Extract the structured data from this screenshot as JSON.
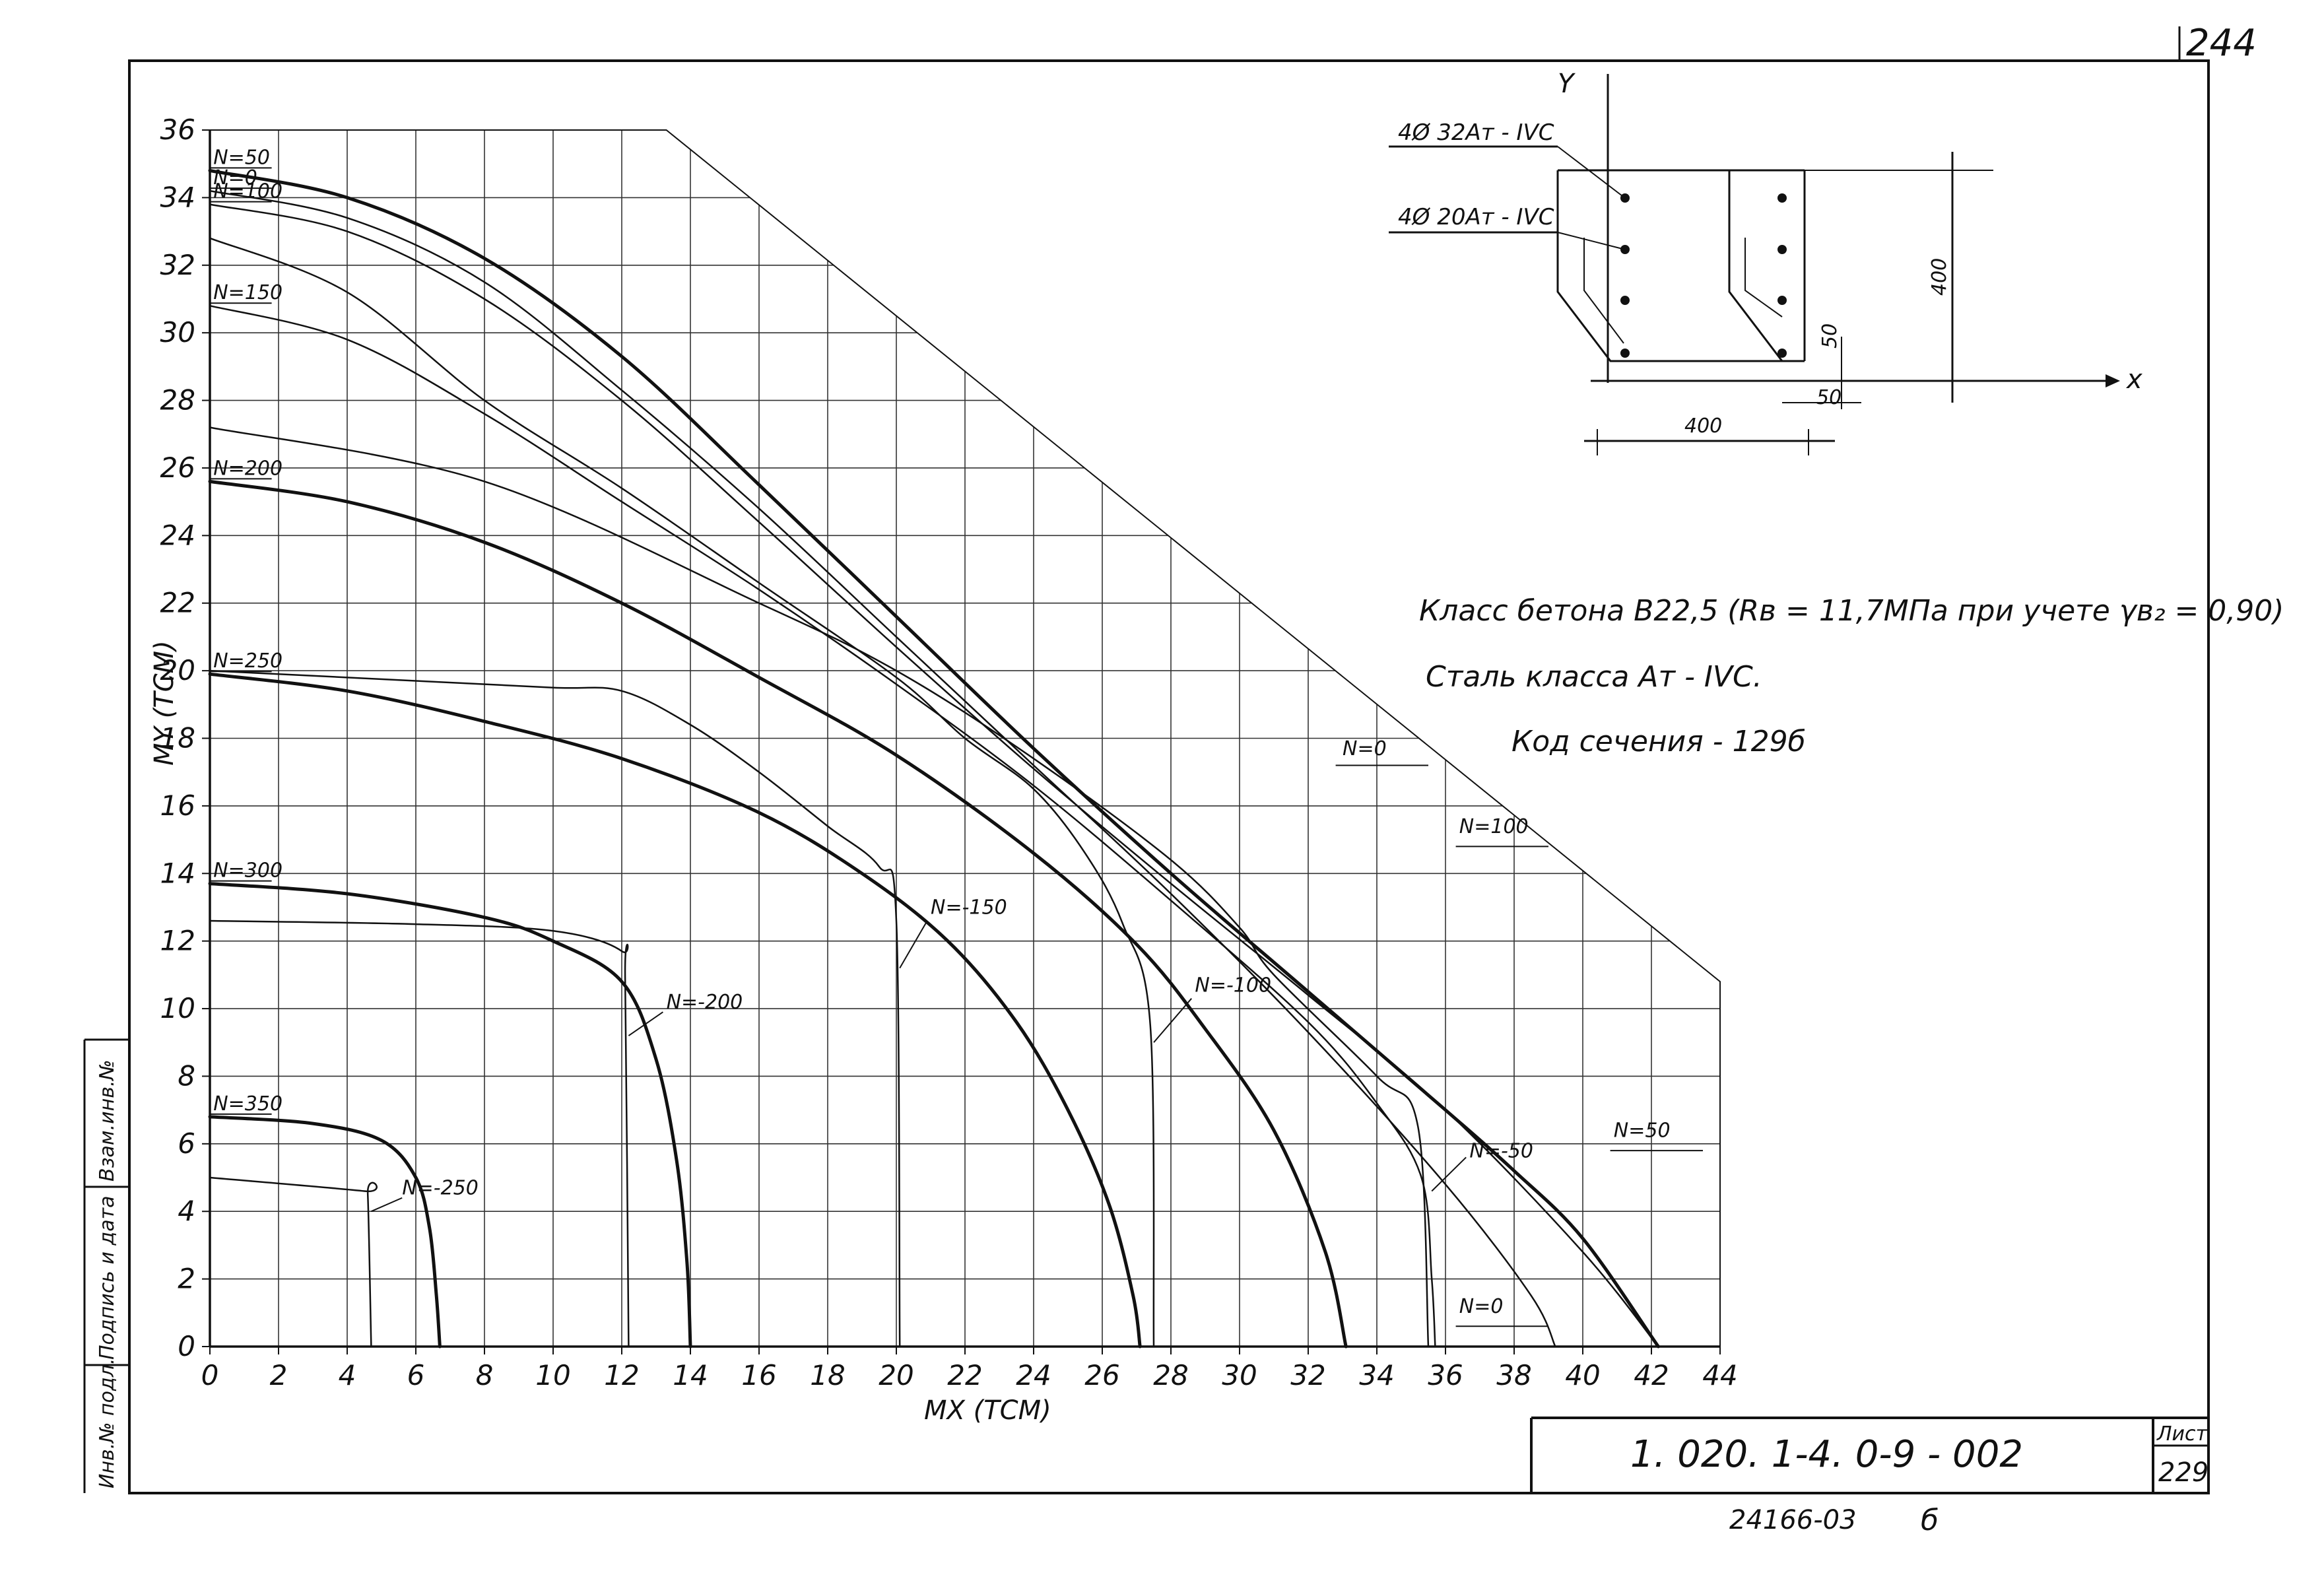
{
  "sheet": {
    "page_number": "244",
    "doc_code": "1. 020. 1-4.   0-9 - 002",
    "sheet_label": "Лист",
    "sheet_number": "229",
    "archive_number": "24166-03",
    "format_letter": "б",
    "side_stamp": [
      "Инв.№ подл.",
      "Подпись и дата",
      "Взам.инв.№"
    ]
  },
  "notes": {
    "concrete": "Класс бетона В22,5 (Rв = 11,7МПа при учете γв₂ = 0,90)",
    "steel": "Сталь класса Ат - IVC.",
    "section_code": "Код сечения - 129б"
  },
  "section": {
    "rebar_top": "4Ø 32Ат - IVC",
    "rebar_mid": "4Ø 20Ат - IVC",
    "axis_y": "Y",
    "axis_x": "x",
    "dim_width": "400",
    "dim_height": "400",
    "dim_cover_v": "50",
    "dim_cover_h": "50"
  },
  "chart_data": {
    "type": "line",
    "title": "",
    "xlabel": "MX (ТСМ)",
    "ylabel": "MY (ТСМ)",
    "xlim": [
      0,
      44
    ],
    "ylim": [
      0,
      36
    ],
    "xticks": [
      "0",
      "2",
      "4",
      "6",
      "8",
      "10",
      "12",
      "14",
      "16",
      "18",
      "20",
      "22",
      "24",
      "26",
      "28",
      "30",
      "32",
      "34",
      "36",
      "38",
      "40",
      "42",
      "44"
    ],
    "yticks": [
      "0",
      "2",
      "4",
      "6",
      "8",
      "10",
      "12",
      "14",
      "16",
      "18",
      "20",
      "22",
      "24",
      "26",
      "28",
      "30",
      "32",
      "34",
      "36"
    ],
    "grid": true,
    "boundary": [
      [
        0,
        36
      ],
      [
        13.3,
        36
      ],
      [
        44,
        10.8
      ]
    ],
    "series": [
      {
        "name": "N=0",
        "label": "N=0",
        "label_left": "N=0",
        "x": [
          0,
          4,
          8,
          12,
          16,
          20,
          24,
          28,
          32,
          36,
          38.5,
          39.2
        ],
        "y": [
          34.2,
          33.4,
          31.5,
          28.3,
          24.8,
          21,
          17.2,
          13.4,
          9.3,
          4.8,
          1.5,
          0
        ],
        "stroke": 2.5
      },
      {
        "name": "N=50",
        "label": "N=50",
        "label_left": "N=50",
        "x": [
          0,
          4,
          8,
          12,
          16,
          20,
          24,
          28,
          32,
          36,
          38,
          40,
          42.2
        ],
        "y": [
          34.8,
          34,
          32.2,
          29.3,
          25.5,
          21.6,
          17.7,
          14,
          10.5,
          7,
          5.2,
          3.2,
          0
        ],
        "stroke": 5
      },
      {
        "name": "N=100",
        "label": "N=100",
        "label_left": "N=100",
        "x": [
          0,
          4,
          8,
          12,
          16,
          20,
          24,
          28,
          32,
          36,
          40,
          42.2
        ],
        "y": [
          33.8,
          33,
          31,
          28,
          24.4,
          20.7,
          17.1,
          13.7,
          10.4,
          7,
          2.8,
          0
        ],
        "stroke": 2.5
      },
      {
        "name": "N=150",
        "label": "N=150",
        "label_left": "N=150",
        "x": [
          0,
          4,
          8,
          12,
          16,
          20,
          24,
          28,
          32,
          34,
          35.3,
          35.6,
          35.7
        ],
        "y": [
          30.8,
          29.8,
          27.6,
          25,
          22.4,
          19.6,
          16.6,
          13.2,
          9.6,
          7.2,
          5,
          2,
          0
        ],
        "stroke": 2.5
      },
      {
        "name": "N=200",
        "label": "N=200",
        "label_left": "N=200",
        "x": [
          0,
          4,
          8,
          12,
          16,
          20,
          24,
          27,
          29,
          31,
          32.5,
          33.1
        ],
        "y": [
          25.6,
          25,
          23.8,
          22,
          19.8,
          17.5,
          14.6,
          11.9,
          9.4,
          6.4,
          2.8,
          0
        ],
        "stroke": 5
      },
      {
        "name": "N=250",
        "label": "N=250",
        "label_left": "N=250",
        "x": [
          0,
          4,
          8,
          12,
          16,
          19,
          21.5,
          23.5,
          25,
          26.2,
          26.9,
          27.1
        ],
        "y": [
          19.9,
          19.4,
          18.5,
          17.4,
          15.8,
          14,
          12,
          9.6,
          7,
          4.2,
          1.5,
          0
        ],
        "stroke": 5
      },
      {
        "name": "N=300",
        "label": "N=300",
        "label_left": "N=300",
        "x": [
          0,
          4,
          8,
          10,
          12,
          13,
          13.6,
          13.9,
          14
        ],
        "y": [
          13.7,
          13.4,
          12.7,
          12,
          10.8,
          8.5,
          5.5,
          2.5,
          0
        ],
        "stroke": 5
      },
      {
        "name": "N=350",
        "label": "N=350",
        "label_left": "N=350",
        "x": [
          0,
          3,
          5,
          6,
          6.4,
          6.6,
          6.7
        ],
        "y": [
          6.8,
          6.6,
          6.1,
          5,
          3.5,
          1.5,
          0
        ],
        "stroke": 5
      },
      {
        "name": "N=-50",
        "label": "N=-50",
        "x": [
          0,
          8,
          16,
          20,
          24,
          28,
          30,
          31,
          34,
          35.2,
          35.5
        ],
        "y": [
          27.2,
          25.6,
          22,
          20,
          17.4,
          14.4,
          12.4,
          11,
          8,
          6.5,
          0
        ],
        "stroke": 2.5
      },
      {
        "name": "N=-100",
        "label": "N=-100",
        "x": [
          0,
          4,
          8,
          12,
          16,
          20,
          22,
          24,
          25.5,
          26.6,
          27.4,
          27.5
        ],
        "y": [
          32.8,
          31.2,
          28,
          25.4,
          22.6,
          19.8,
          18,
          16.5,
          14.6,
          12.5,
          9.5,
          0
        ],
        "stroke": 2.5
      },
      {
        "name": "N=-150",
        "label": "N=-150",
        "x": [
          0,
          6,
          10,
          12,
          14,
          16,
          18,
          19.5,
          20,
          20.1
        ],
        "y": [
          20,
          19.7,
          19.5,
          19.4,
          18.4,
          17,
          15.4,
          14.2,
          12.6,
          0
        ],
        "stroke": 2.5
      },
      {
        "name": "N=-200",
        "label": "N=-200",
        "x": [
          0,
          6,
          10,
          12,
          12.1,
          12.2
        ],
        "y": [
          12.6,
          12.5,
          12.3,
          11.7,
          10.8,
          0
        ],
        "stroke": 2.5
      },
      {
        "name": "N=-250",
        "label": "N=-250",
        "x": [
          0,
          4.5,
          4.6,
          4.7
        ],
        "y": [
          5,
          4.6,
          4.5,
          0
        ],
        "stroke": 2.5
      }
    ]
  }
}
